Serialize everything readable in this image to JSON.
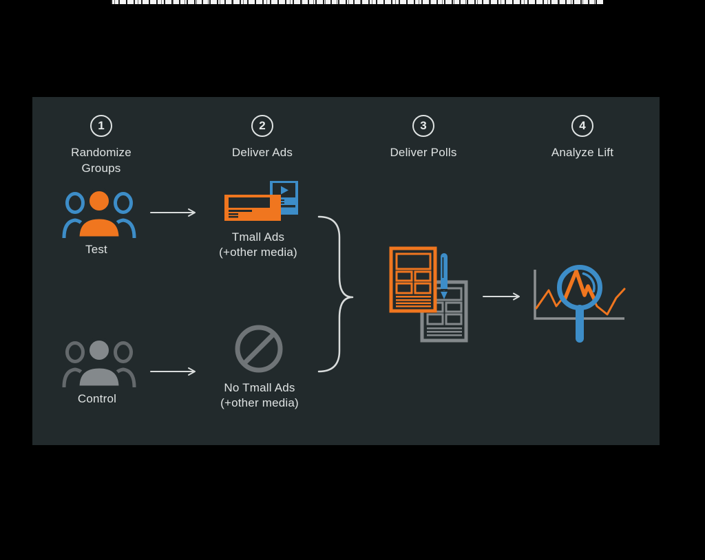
{
  "colors": {
    "background": "#000000",
    "panel": "#222a2c",
    "text": "#dfe3e3",
    "orange": "#f0761f",
    "blue": "#3d8dc8",
    "grayfill": "#84898c",
    "graystroke": "#64696c",
    "line": "#d9dcdc",
    "axis": "#8d9092",
    "prohibit": "#6f7477"
  },
  "steps": [
    {
      "number": "1",
      "title": "Randomize\nGroups"
    },
    {
      "number": "2",
      "title": "Deliver Ads"
    },
    {
      "number": "3",
      "title": "Deliver Polls"
    },
    {
      "number": "4",
      "title": "Analyze Lift"
    }
  ],
  "groups": {
    "test_label": "Test",
    "control_label": "Control"
  },
  "captions": {
    "test_ads": "Tmall Ads\n(+other media)",
    "control_ads": "No Tmall Ads\n(+other media)"
  },
  "icons": {
    "test_audience": "people-group-orange-blue",
    "control_audience": "people-group-gray",
    "tmall_ads": "ad-banner-and-video-cards",
    "no_ads": "prohibition-circle",
    "polls": "survey-forms-with-pen",
    "analyze": "line-chart-with-magnifier",
    "arrows": "right-arrow",
    "brace": "closing-curly-brace"
  }
}
